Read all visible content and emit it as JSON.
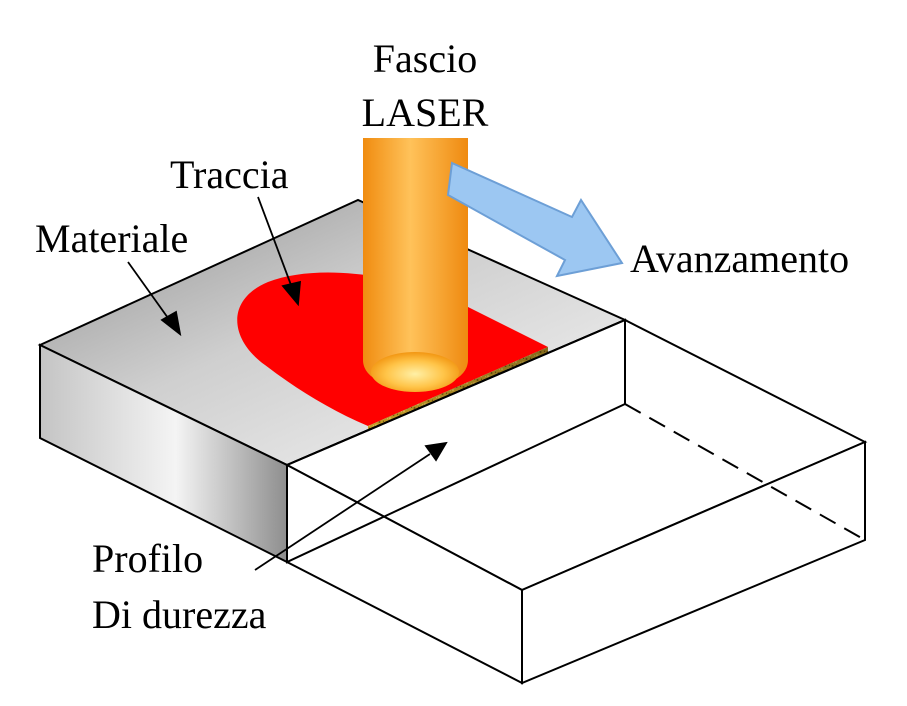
{
  "labels": {
    "beam_line1": "Fascio",
    "beam_line2": "LASER",
    "track": "Traccia",
    "material": "Materiale",
    "advance": "Avanzamento",
    "profile_line1": "Profilo",
    "profile_line2": "Di durezza"
  },
  "colors": {
    "track": "#ff0000",
    "beam": "#f59a12",
    "arrow_fill": "#9cc7f2",
    "arrow_stroke": "#6d9fd6",
    "section_texture": "#c8a22a"
  }
}
